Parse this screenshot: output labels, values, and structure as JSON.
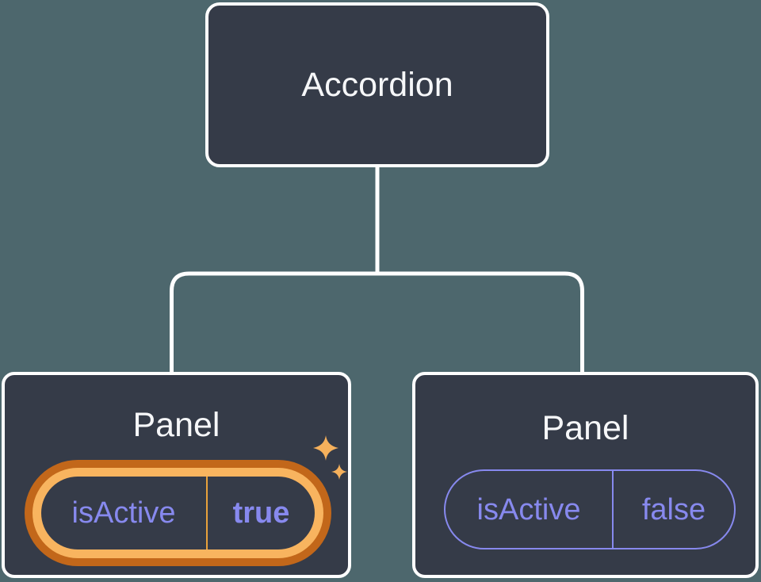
{
  "diagram": {
    "root": {
      "label": "Accordion"
    },
    "panels": [
      {
        "label": "Panel",
        "prop_name": "isActive",
        "prop_value": "true",
        "state": "active"
      },
      {
        "label": "Panel",
        "prop_name": "isActive",
        "prop_value": "false",
        "state": "inactive"
      }
    ]
  },
  "icons": {
    "active_highlight": "sparkles-icon"
  },
  "colors": {
    "background": "#4D676D",
    "node-fill": "#353B48",
    "node-border": "#FFFFFF",
    "text-light": "#F6F7F9",
    "purple": "#8789EE",
    "gold": "#F8B45F",
    "dark-orange": "#C2671A",
    "separator-gold": "#E9A23B",
    "star-gold": "#F6B15C"
  }
}
